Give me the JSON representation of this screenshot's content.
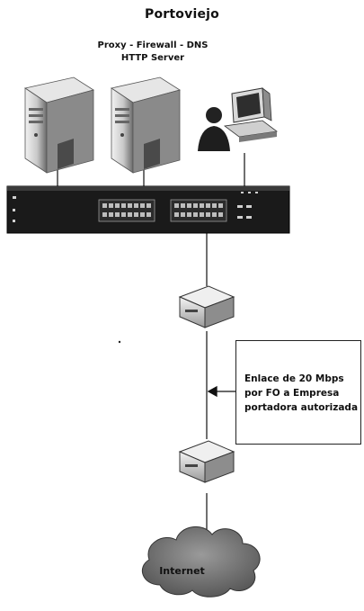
{
  "title": "Portoviejo",
  "server_labels": [
    "Proxy - Firewall - DNS",
    "HTTP Server"
  ],
  "link_description": [
    "Enlace de 20 Mbps",
    "por FO a Empresa",
    "portadora autorizada"
  ],
  "cloud_label": "Internet",
  "colors": {
    "line": "#111111",
    "switch": "#1a1a1a",
    "cloud": "#6e6e6e",
    "server": "#7a7a7a"
  }
}
